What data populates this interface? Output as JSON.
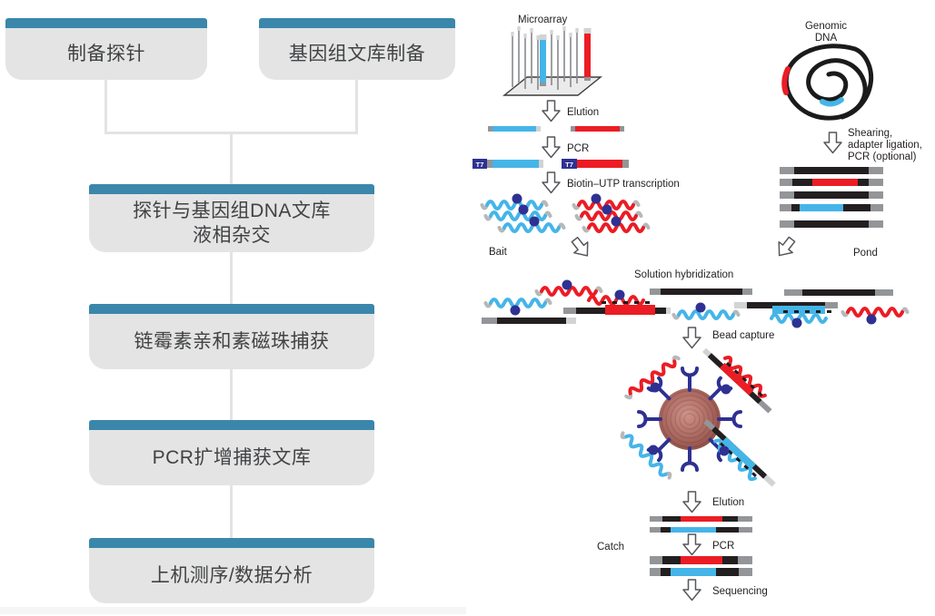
{
  "flowchart": {
    "boxes": [
      {
        "label": "制备探针"
      },
      {
        "label": "基因组文库制备"
      },
      {
        "label": "探针与基因组DNA文库\n液相杂交"
      },
      {
        "label": "链霉素亲和素磁珠捕获"
      },
      {
        "label": "PCR扩增捕获文库"
      },
      {
        "label": "上机测序/数据分析"
      }
    ]
  },
  "diagram": {
    "microarray_label": "Microarray",
    "elution_label": "Elution",
    "pcr_label": "PCR",
    "biotin_utp_label": "Biotin–UTP transcription",
    "bait_label": "Bait",
    "t7_label": "T7",
    "genomic_dna_line1": "Genomic",
    "genomic_dna_line2": "DNA",
    "shearing_line1": "Shearing,",
    "shearing_line2": "adapter ligation,",
    "shearing_line3": "PCR (optional)",
    "pond_label": "Pond",
    "solution_hybridization_label": "Solution hybridization",
    "bead_capture_label": "Bead capture",
    "elution2_label": "Elution",
    "catch_label": "Catch",
    "pcr2_label": "PCR",
    "sequencing_label": "Sequencing"
  },
  "colors": {
    "accent_blue": "#3a87ab",
    "box_gray": "#e4e4e4",
    "box_text": "#414244",
    "connector": "#e3e3e3",
    "bait_blue": "#45b5e8",
    "target_red": "#ec1c24",
    "biotin_indigo": "#2e3192",
    "fragment_black": "#231f20",
    "fragment_gray": "#939598",
    "fragment_light": "#d1d3d4",
    "label_ink": "#231f20",
    "bead_light": "#c98a81",
    "bead_dark": "#8a4b44"
  }
}
